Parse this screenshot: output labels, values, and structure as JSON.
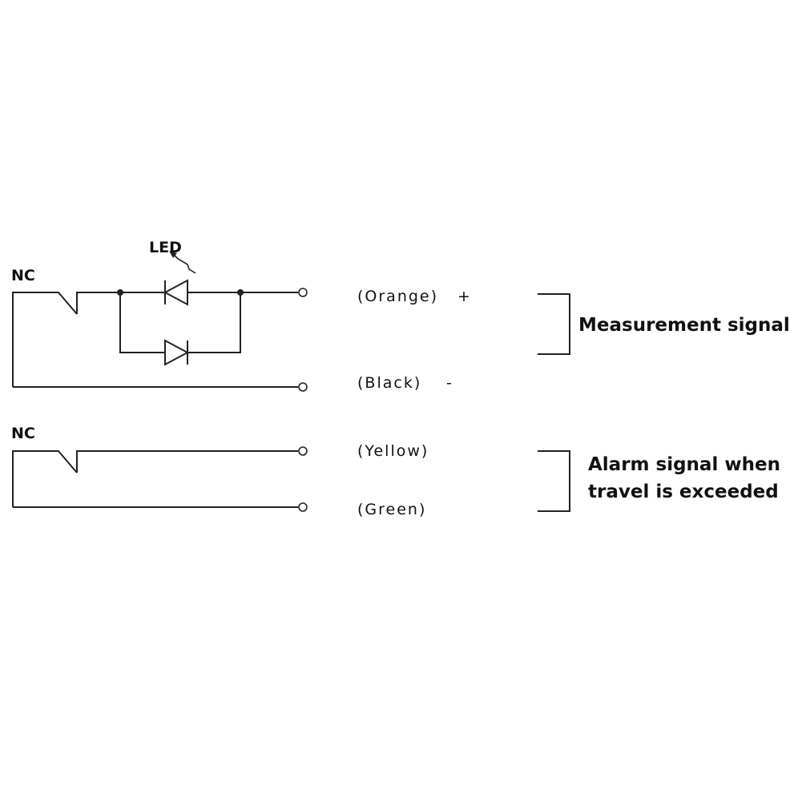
{
  "circuit1": {
    "contact_label": "NC",
    "led_label": "LED",
    "terminals": [
      {
        "wire_color": "(Orange)",
        "polarity": "+"
      },
      {
        "wire_color": "(Black)",
        "polarity": "-"
      }
    ]
  },
  "circuit2": {
    "contact_label": "NC",
    "terminals": [
      {
        "wire_color": "(Yellow)"
      },
      {
        "wire_color": "(Green)"
      }
    ]
  },
  "groups": {
    "measurement": {
      "label": "Measurement signal"
    },
    "alarm": {
      "label_line1": "Alarm signal when",
      "label_line2": "travel is exceeded"
    }
  },
  "colors": {
    "line": "#222222",
    "text": "#111111",
    "background": "#ffffff"
  },
  "icons": {
    "contact": "nc-switch-icon",
    "diode": "diode-icon",
    "led": "led-icon",
    "terminal": "terminal-icon",
    "junction": "junction-dot-icon"
  }
}
